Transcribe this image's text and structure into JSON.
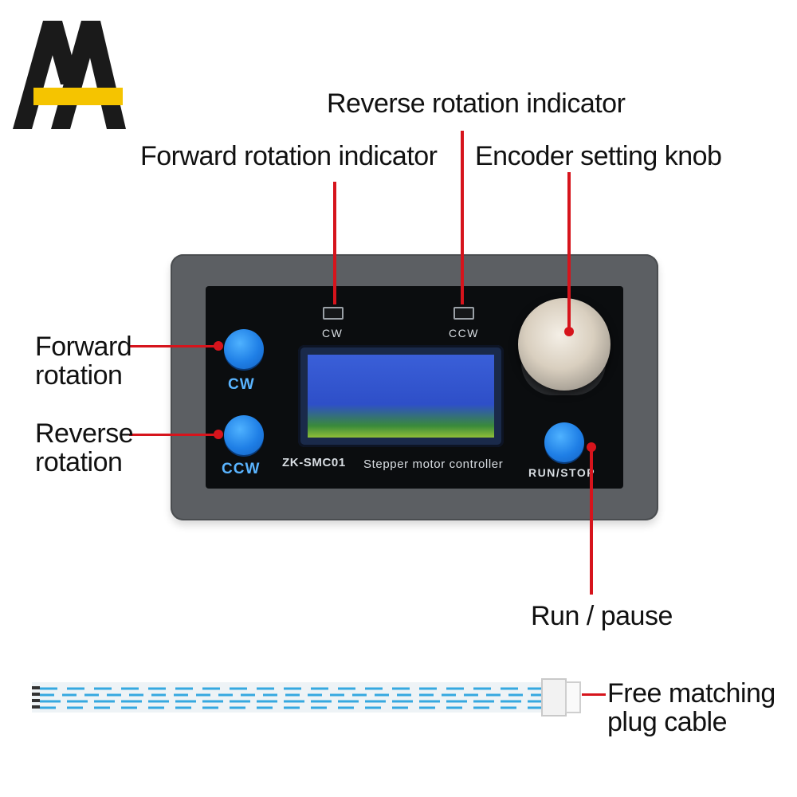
{
  "logo": {
    "text": "AA"
  },
  "device": {
    "cw_indicator_label": "CW",
    "ccw_indicator_label": "CCW",
    "cw_button_label": "CW",
    "ccw_button_label": "CCW",
    "runstop_label": "RUN/STOP",
    "model": "ZK-SMC01",
    "description": "Stepper motor controller"
  },
  "callouts": {
    "reverse_indicator": "Reverse rotation indicator",
    "forward_indicator": "Forward rotation indicator",
    "encoder_knob": "Encoder setting knob",
    "forward_rotation_1": "Forward",
    "forward_rotation_2": "rotation",
    "reverse_rotation_1": "Reverse",
    "reverse_rotation_2": "rotation",
    "run_pause": "Run / pause",
    "cable_1": "Free matching",
    "cable_2": "plug cable"
  },
  "colors": {
    "accent": "#d6141c",
    "button": "#1f7fe6",
    "logo_yellow": "#f5c400",
    "logo_dark": "#1a1a1a"
  }
}
